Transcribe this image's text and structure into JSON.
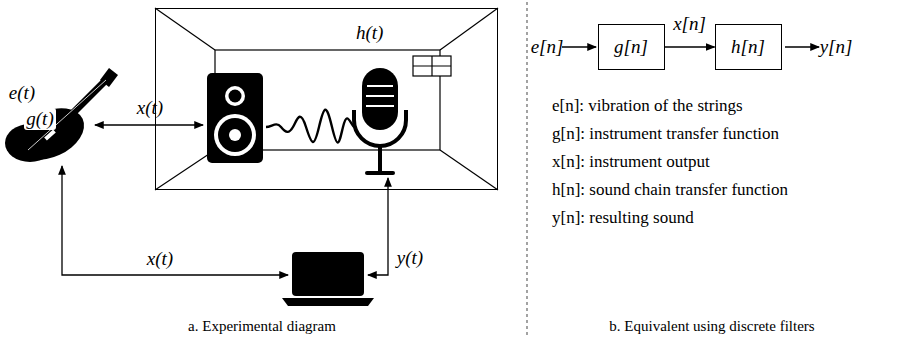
{
  "diagram": {
    "nodes": [
      {
        "text": [
          "h(t)"
        ]
      },
      {
        "text": [
          "g[n]"
        ]
      },
      {
        "text": [
          "h[n]"
        ]
      }
    ],
    "edges": [
      {
        "from": 1,
        "to": 2,
        "arrow": "to",
        "label": "x[n]"
      }
    ],
    "labels": [
      "e(t)",
      "g(t)",
      "x(t)",
      "x(t)",
      "y(t)",
      "a. Experimental diagram",
      "e[n]",
      "y[n]",
      "e[n]: vibration of the strings",
      "g[n]: instrument transfer function",
      "x[n]: instrument output",
      "h[n]: sound chain transfer function",
      "y[n]: resulting sound",
      "b. Equivalent using discrete filters"
    ]
  }
}
